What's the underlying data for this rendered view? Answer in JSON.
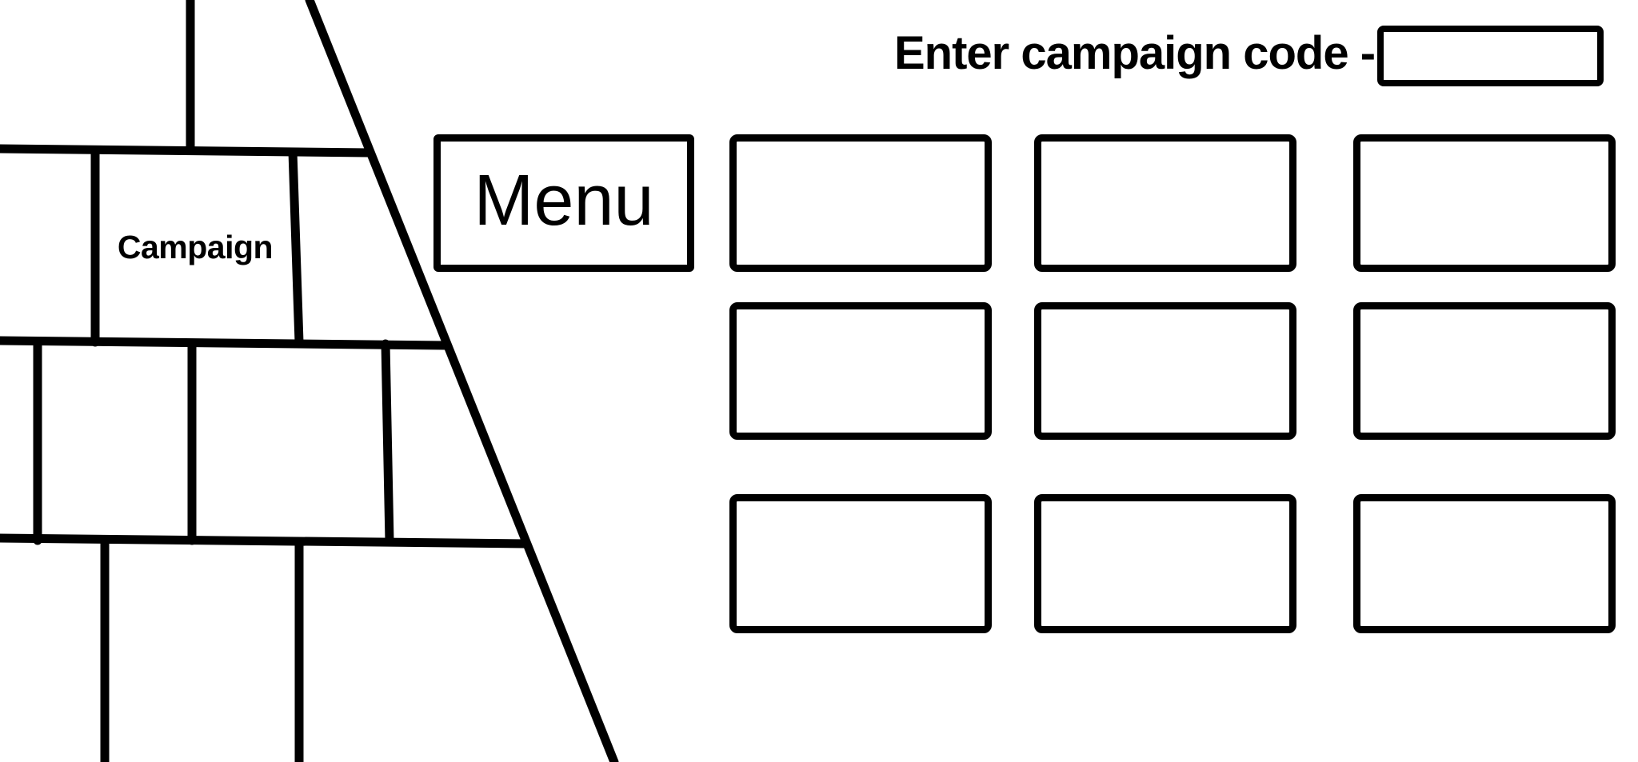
{
  "wall": {
    "label": "Campaign"
  },
  "menu": {
    "label": "Menu"
  },
  "campaign_code": {
    "label": "Enter campaign code -",
    "value": "",
    "placeholder": ""
  },
  "grid": {
    "rows": 3,
    "cols": 3
  },
  "colors": {
    "ink": "#000000",
    "background": "#ffffff"
  }
}
